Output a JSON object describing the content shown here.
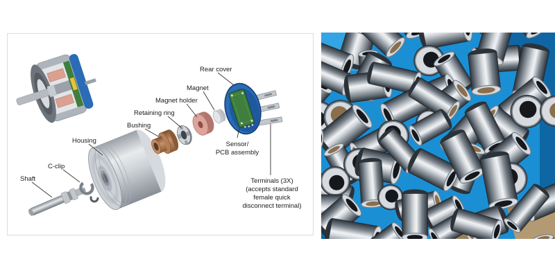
{
  "left_figure": {
    "description": "Exploded-view diagram of a rotary sensor / motor assembly with cutaway inset",
    "labels": {
      "rear_cover": "Rear cover",
      "magnet": "Magnet",
      "magnet_holder": "Magnet holder",
      "retaining_ring": "Retaining ring",
      "bushing": "Bushing",
      "housing": "Housing",
      "c_clip": "C-clip",
      "shaft": "Shaft",
      "sensor_line1": "Sensor/",
      "sensor_line2": "PCB assembly",
      "terminals_line1": "Terminals (3X)",
      "terminals_line2": "(accepts standard",
      "terminals_line3": "female quick",
      "terminals_line4": "disconnect terminal)"
    },
    "colors": {
      "housing": "#ccd1d6",
      "housing_shade": "#8f959c",
      "bushing": "#b3805c",
      "bushing_shade": "#7c4f2c",
      "magnet_holder": "#dda49c",
      "magnet_holder_shade": "#b4756e",
      "magnet": "#e3e5e8",
      "rear_cover": "#2a6cb5",
      "rear_cover_shade": "#15407c",
      "pcb": "#3f7e3c",
      "terminal": "#c3c8cd",
      "sensor_chip": "#e8c23a",
      "copper_winding": "#dba08f",
      "label_text": "#1a1a1a"
    }
  },
  "right_photo": {
    "description": "Photograph of shiny machined steel bushings piled in a blue bin with a wooden block at lower right",
    "colors": {
      "background_blue": "#1b8fd4",
      "background_blue_dark": "#0e67a4",
      "background_blue_light": "#34a5e4",
      "steel_dark": "#2c3239",
      "steel_mid": "#78818a",
      "steel_light": "#d7dbdf",
      "steel_highlight": "#f1f3f5",
      "bore_dark": "#15181c",
      "bore_brass": "#8a6f4e",
      "wood": "#b49a72",
      "wood_shade": "#97805c"
    }
  }
}
